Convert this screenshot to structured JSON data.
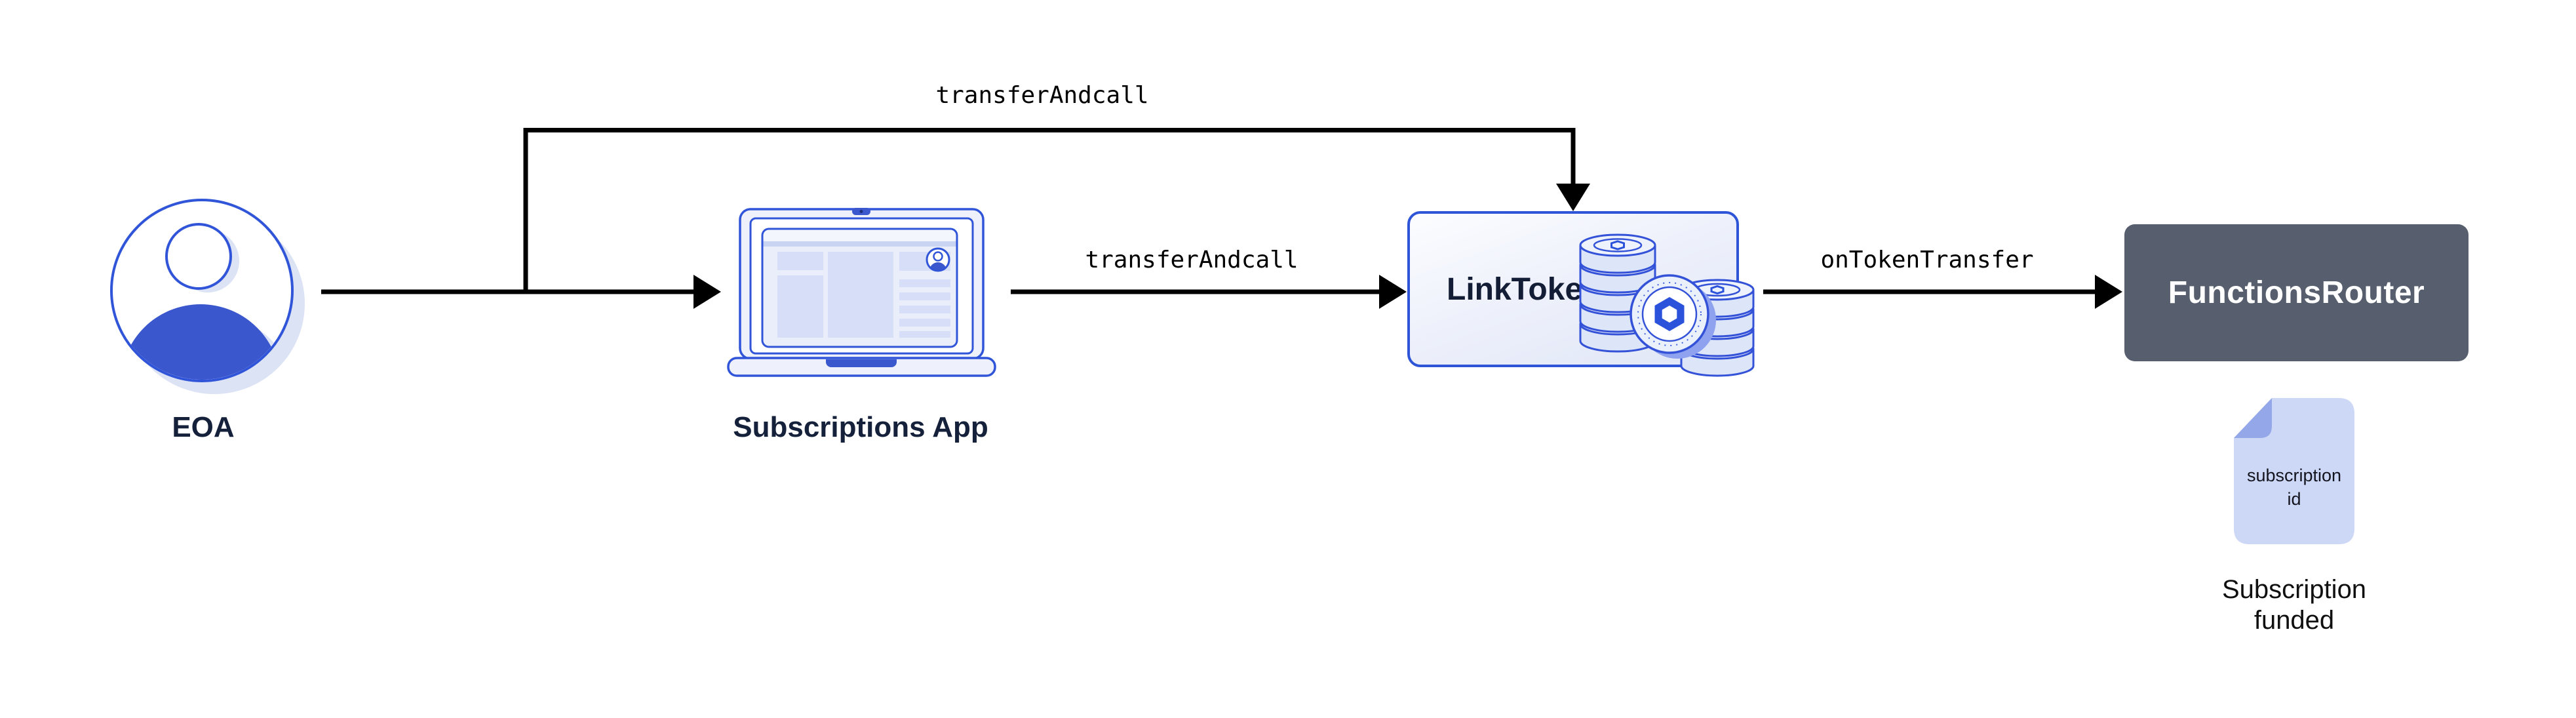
{
  "nodes": {
    "eoa": {
      "label": "EOA"
    },
    "subscriptions_app": {
      "label": "Subscriptions App"
    },
    "link_token": {
      "label": "LinkToken"
    },
    "functions_router": {
      "label": "FunctionsRouter"
    },
    "subscription_document": {
      "line1": "subscription",
      "line2": "id"
    },
    "subscription_caption": {
      "line1": "Subscription",
      "line2": "funded"
    }
  },
  "edges": {
    "eoa_to_linktoken_label": "transferAndcall",
    "app_to_linktoken_label": "transferAndcall",
    "linktoken_to_router_label": "onTokenTransfer"
  },
  "colors": {
    "primary_blue_stroke": "#3155d8",
    "solid_blue_fill": "#3b57ce",
    "light_lavender_shadow": "#dbe3f5",
    "panel_lavender": "#d9e1f7",
    "navy_text": "#15213b",
    "router_gray": "#575f6e",
    "doc_fill": "#ccd8f6",
    "doc_fold": "#94a7e8",
    "arrow_black": "#000000",
    "background": "#ffffff"
  }
}
